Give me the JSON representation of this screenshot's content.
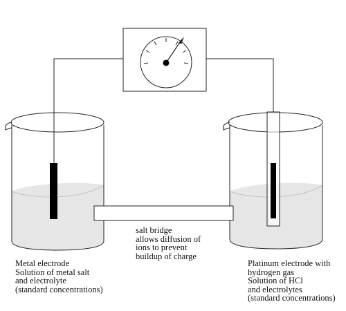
{
  "labels": {
    "left": [
      "Metal electrode",
      "Solution of metal salt",
      "and electrolyte",
      "(standard concentrations)"
    ],
    "bridge": [
      "salt bridge",
      "allows diffusion of",
      "ions to prevent",
      "buildup of charge"
    ],
    "right": [
      "Platinum electrode with",
      "hydrogen gas",
      "Solution of HCl",
      "and electrolytes",
      "(standard concentrations)"
    ]
  },
  "colors": {
    "line": "#222222",
    "solution": "#e6e6e6",
    "electrode": "#000000"
  },
  "icons": {
    "meter": "voltmeter-dial-icon"
  }
}
